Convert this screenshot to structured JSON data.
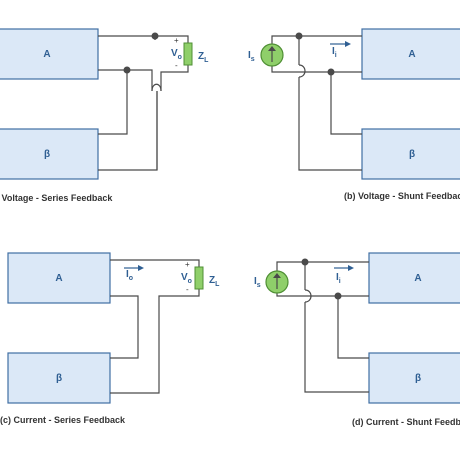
{
  "panels": {
    "a": {
      "caption": "(a) Voltage - Series Feedback",
      "amp_label": "A",
      "feedback_label": "β",
      "output_symbol": "V",
      "output_sub": "o",
      "load_symbol": "Z",
      "load_sub": "L",
      "plus": "+",
      "minus": "-"
    },
    "b": {
      "caption": "(b) Voltage - Shunt Feedback",
      "amp_label": "A",
      "feedback_label": "β",
      "source_symbol": "I",
      "source_sub": "s",
      "current_symbol": "I",
      "current_sub": "i"
    },
    "c": {
      "caption": "(c) Current - Series Feedback",
      "amp_label": "A",
      "feedback_label": "β",
      "current_symbol": "I",
      "current_sub": "o",
      "output_symbol": "V",
      "output_sub": "o",
      "load_symbol": "Z",
      "load_sub": "L",
      "plus": "+",
      "minus": "-"
    },
    "d": {
      "caption": "(d) Current - Shunt Feedback",
      "amp_label": "A",
      "feedback_label": "β",
      "source_symbol": "I",
      "source_sub": "s",
      "current_symbol": "I",
      "current_sub": "i"
    }
  }
}
